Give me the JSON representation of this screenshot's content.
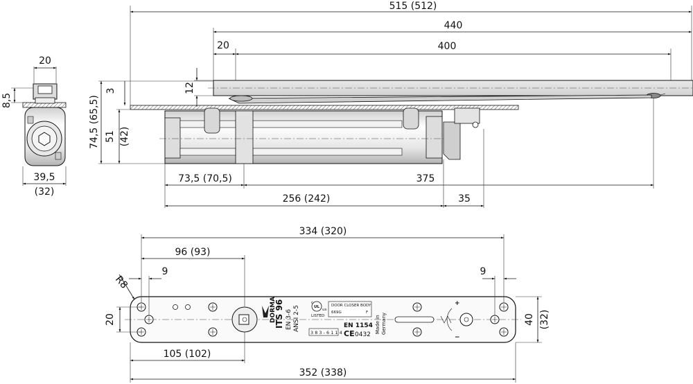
{
  "dimensions": {
    "d_515": "515 (512)",
    "d_440": "440",
    "d_20_top": "20",
    "d_400": "400",
    "d_12": "12",
    "d_3": "3",
    "d_74_5": "74,5 (65,5)",
    "d_51": "51",
    "d_42": "(42)",
    "d_73_5": "73,5 (70,5)",
    "d_375": "375",
    "d_256": "256 (242)",
    "d_35": "35",
    "d_20_side": "20",
    "d_8_5": "8,5",
    "d_39_5": "39,5",
    "d_32_side": "(32)",
    "d_334": "334 (320)",
    "d_96": "96 (93)",
    "d_9_left": "9",
    "d_9_right": "9",
    "d_r8": "R8",
    "d_20_plate": "20",
    "d_40": "40",
    "d_32_plate": "(32)",
    "d_105": "105 (102)",
    "d_352": "352 (338)"
  },
  "plate_labels": {
    "brand": "DORMA",
    "model": "ITS 96",
    "en_size": "EN 3-6",
    "ansi": "ANSI 2-5",
    "cert_title": "DOOR CLOSER BODY",
    "cert_code": "669G",
    "cert_letter": "F",
    "listed": "LISTED",
    "ul_c": "c",
    "ul_us": "us",
    "size_scale": "3 8 3 - 6 1 1 4",
    "made_in": "Made in",
    "germany": "Germany",
    "en1154": "EN 1154",
    "ce_mark": "CE",
    "ce_code": "0432"
  }
}
